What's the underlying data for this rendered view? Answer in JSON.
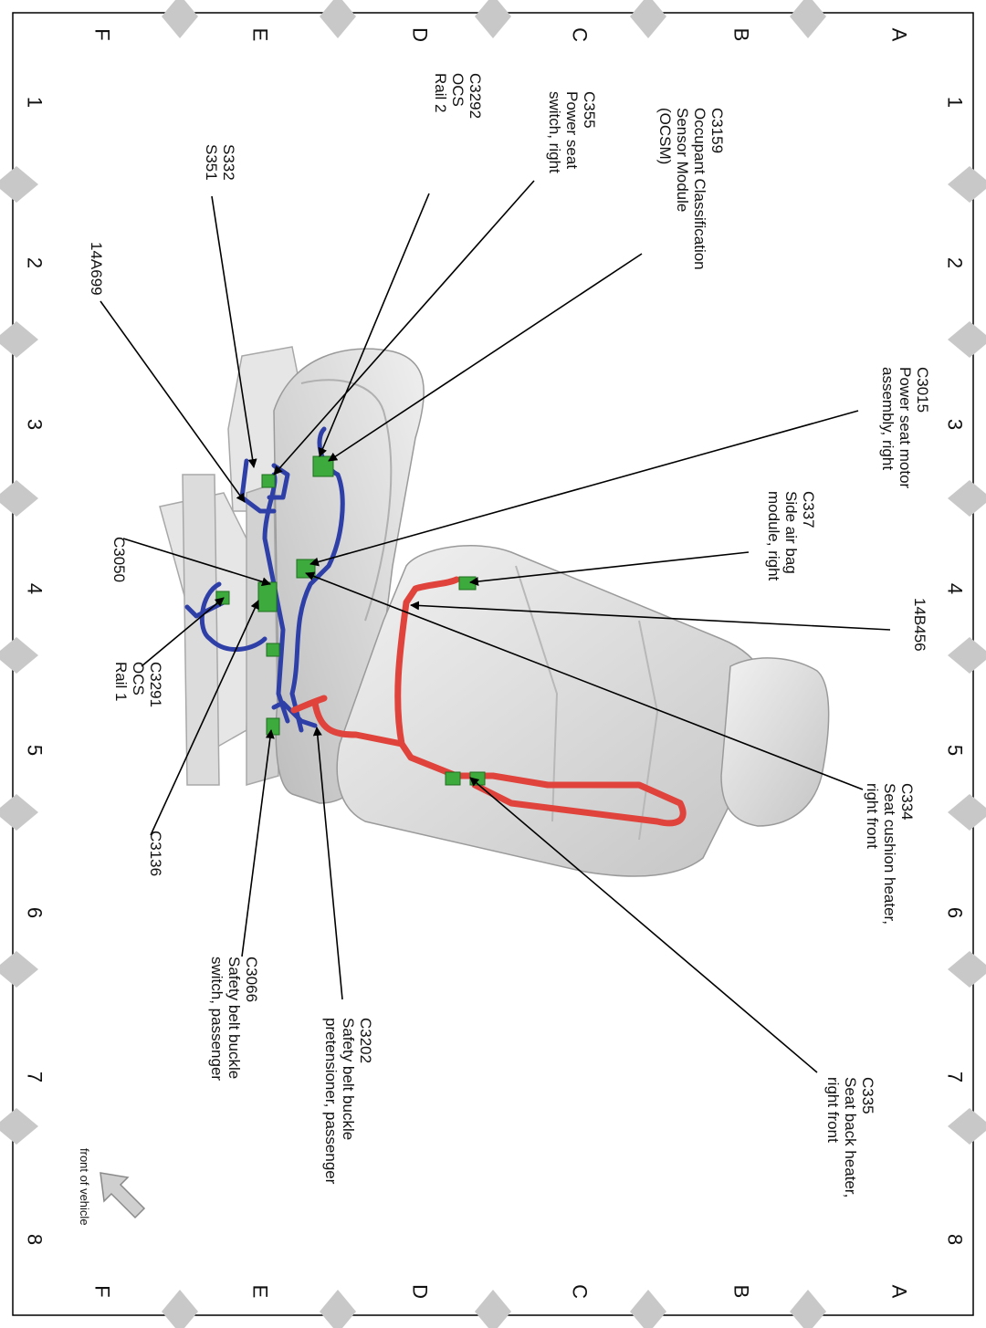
{
  "grid": {
    "numbers": [
      "1",
      "2",
      "3",
      "4",
      "5",
      "6",
      "7",
      "8"
    ],
    "letters": [
      "A",
      "B",
      "C",
      "D",
      "E",
      "F"
    ]
  },
  "callouts": [
    {
      "id": "c3159",
      "lines": [
        "C3159",
        "Occupant Classification",
        "Sensor Module",
        "(OCSM)"
      ]
    },
    {
      "id": "c355",
      "lines": [
        "C355",
        "Power seat",
        "switch, right"
      ]
    },
    {
      "id": "c3292",
      "lines": [
        "C3292",
        "OCS",
        "Rail 2"
      ]
    },
    {
      "id": "s332",
      "lines": [
        "S332",
        "S351"
      ]
    },
    {
      "id": "14a699",
      "lines": [
        "14A699"
      ]
    },
    {
      "id": "c3015",
      "lines": [
        "C3015",
        "Power seat motor",
        "assembly, right"
      ]
    },
    {
      "id": "c337",
      "lines": [
        "C337",
        "Side air bag",
        "module, right"
      ]
    },
    {
      "id": "14b456",
      "lines": [
        "14B456"
      ]
    },
    {
      "id": "c3050",
      "lines": [
        "C3050"
      ]
    },
    {
      "id": "c3291",
      "lines": [
        "C3291",
        "OCS",
        "Rail 1"
      ]
    },
    {
      "id": "c334",
      "lines": [
        "C334",
        "Seat cushion heater,",
        "right front"
      ]
    },
    {
      "id": "c3136",
      "lines": [
        "C3136"
      ]
    },
    {
      "id": "c3066",
      "lines": [
        "C3066",
        "Safety belt buckle",
        "switch, passenger"
      ]
    },
    {
      "id": "c3202",
      "lines": [
        "C3202",
        "Safety belt buckle",
        "pretensioner, passenger"
      ]
    },
    {
      "id": "c335",
      "lines": [
        "C335",
        "Seat back heater,",
        "right front"
      ]
    }
  ],
  "orientation": {
    "label": "front of vehicle"
  },
  "colors": {
    "harness_blue": "#2f3fa8",
    "harness_red": "#e0433b",
    "connector_green": "#3daa3d",
    "seat_gray": "#d9d9d9",
    "grid_diamond": "#c8c8c8"
  }
}
